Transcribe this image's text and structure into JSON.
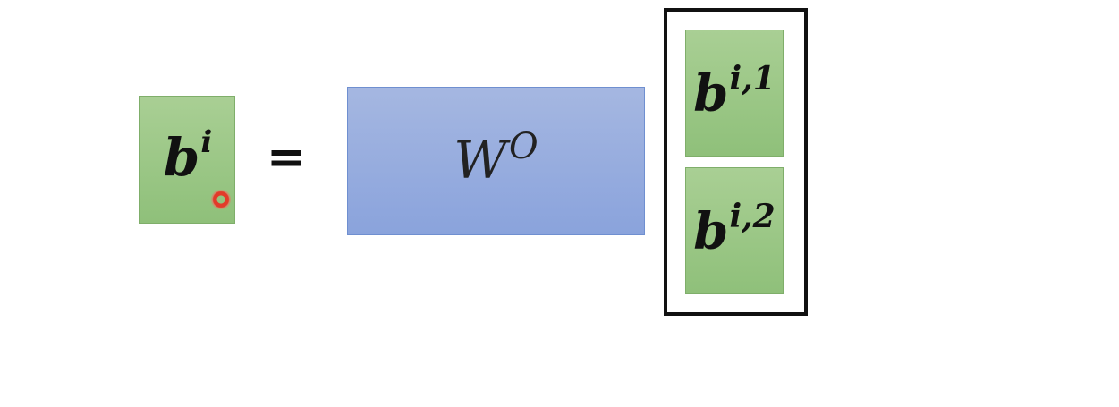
{
  "lhs": {
    "base": "b",
    "superscript": "i"
  },
  "equals_sign": "=",
  "matrix": {
    "base": "W",
    "superscript": "O"
  },
  "stack": [
    {
      "base": "b",
      "superscript": "i,1"
    },
    {
      "base": "b",
      "superscript": "i,2"
    }
  ],
  "colors": {
    "green_box": "#9cc887",
    "blue_box": "#97addf",
    "bracket": "#111111",
    "cursor": "#e23a2a"
  }
}
